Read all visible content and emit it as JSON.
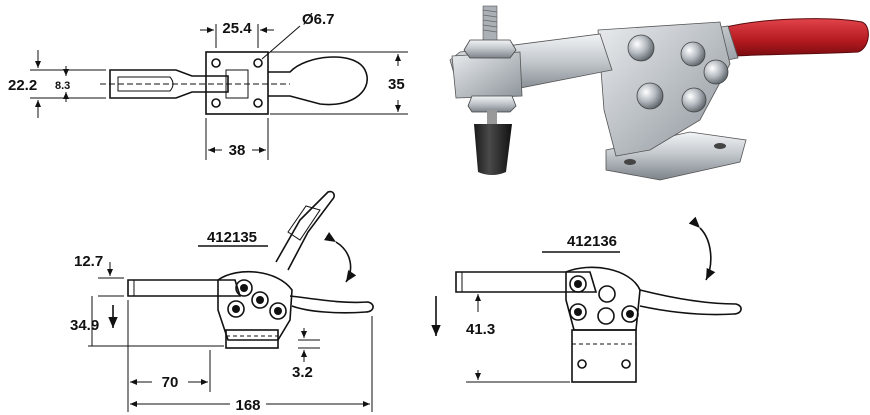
{
  "top_view": {
    "dim_width": "25.4",
    "dim_hole": "Ø6.7",
    "dim_left_height": "22.2",
    "dim_inner": "8.3",
    "dim_right_height": "35",
    "dim_base": "38"
  },
  "side_view_a": {
    "part_number": "412135",
    "dim_top": "12.7",
    "dim_height": "34.9",
    "dim_base": "3.2",
    "dim_arm": "70",
    "dim_total": "168"
  },
  "side_view_b": {
    "part_number": "412136",
    "dim_height": "41.3"
  },
  "colors": {
    "handle_grip": "#c0282c",
    "metal": "#c9cdd2",
    "line": "#111111"
  },
  "icons": [
    "rotation-arrow-icon",
    "down-arrow-icon"
  ]
}
